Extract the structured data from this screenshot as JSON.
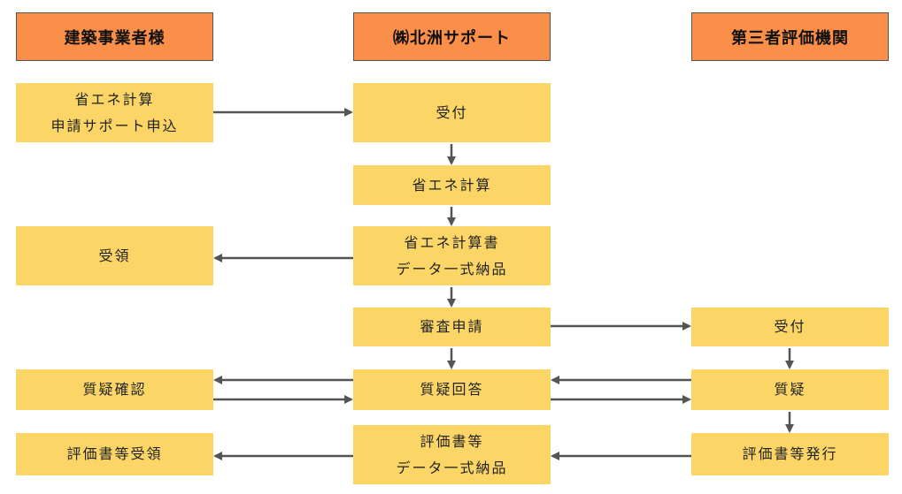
{
  "headers": {
    "builder": "建築事業者様",
    "hokushu": "㈱北洲サポート",
    "third_party": "第三者評価機関"
  },
  "builder_col": {
    "apply_line1": "省エネ計算",
    "apply_line2": "申請サポート申込",
    "receive": "受領",
    "qa_confirm": "質疑確認",
    "eval_receive": "評価書等受領"
  },
  "hokushu_col": {
    "accept": "受付",
    "calc": "省エネ計算",
    "deliver_line1": "省エネ計算書",
    "deliver_line2": "データ一式納品",
    "review_apply": "審査申請",
    "qa_answer": "質疑回答",
    "eval_line1": "評価書等",
    "eval_line2": "データ一式納品"
  },
  "third_col": {
    "accept": "受付",
    "qa": "質疑",
    "issue": "評価書等発行"
  }
}
